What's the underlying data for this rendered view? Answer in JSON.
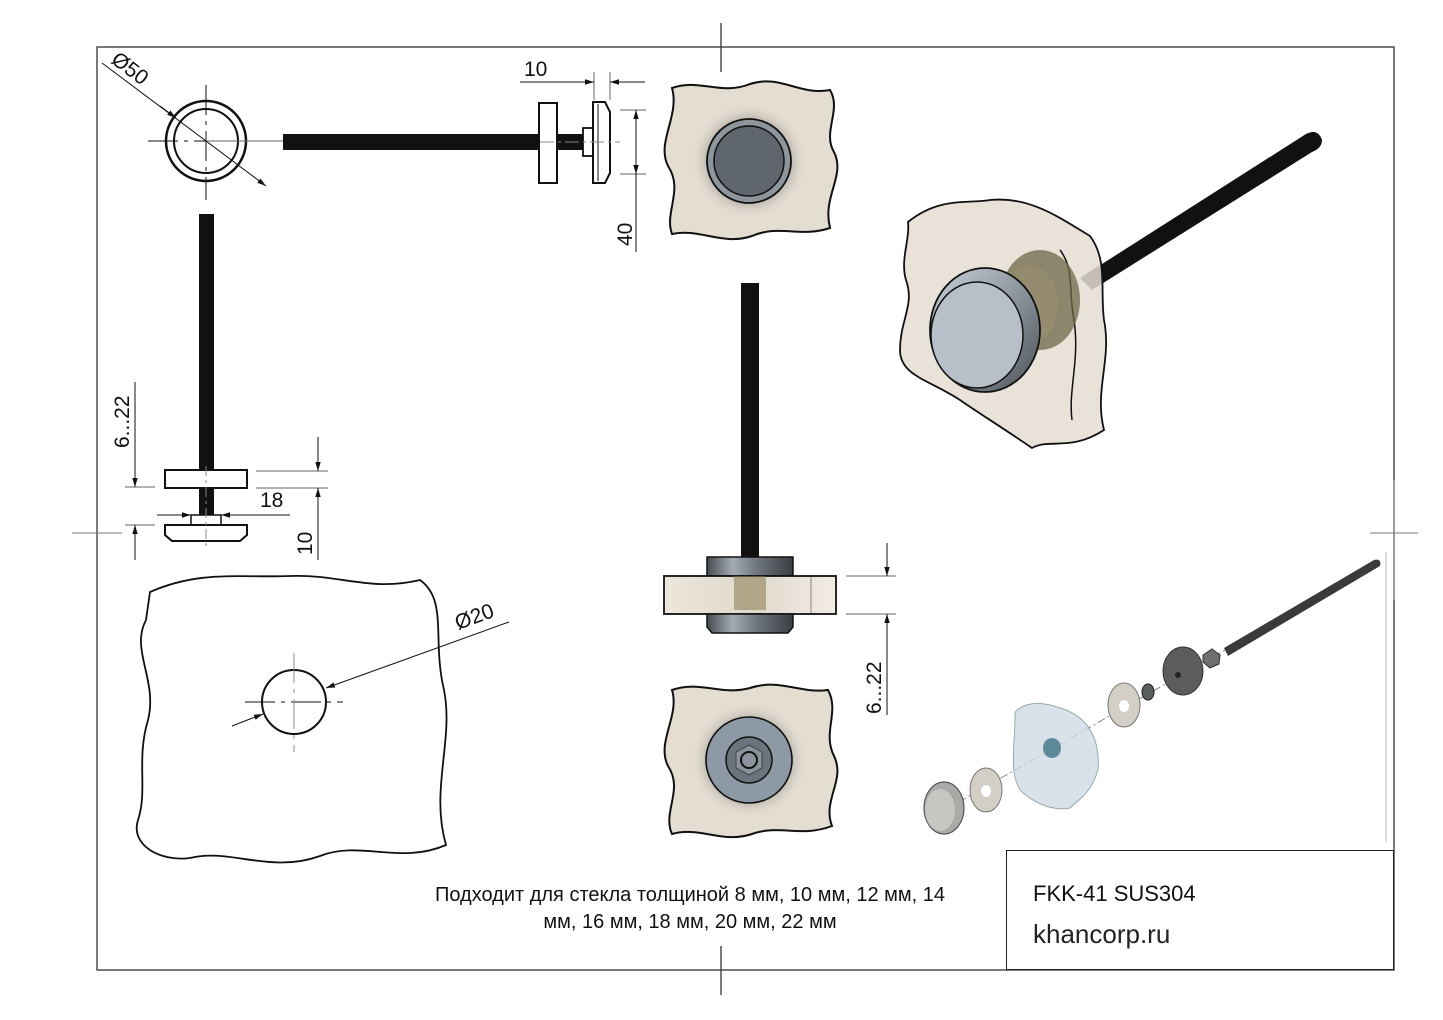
{
  "sheet": {
    "product_code": "FKK-41 SUS304",
    "website": "khancorp.ru",
    "note_line1": "Подходит для стекла толщиной 8 мм, 10 мм, 12 мм, 14",
    "note_line2": "мм, 16 мм, 18 мм, 20 мм, 22 мм"
  },
  "dimensions": {
    "head_diameter": "Ø50",
    "disc_gap": "10",
    "cap_height": "40",
    "glass_range_side": "6...22",
    "washer_width": "18",
    "cap_thickness": "10",
    "hole_diameter": "Ø20",
    "glass_range_section": "6...22"
  },
  "views": {
    "top_view": "dimensioned top view of cap",
    "side_view_horizontal": "side view with threaded rod",
    "front_render_top": "rendered front view on glass",
    "isometric_render": "isometric assembly render",
    "side_view_vertical": "side view with rod and washers",
    "glass_hole_view": "glass panel with hole",
    "section_render": "rendered section through glass",
    "back_render": "rendered back view with nut",
    "exploded_view": "exploded assembly render"
  },
  "colors": {
    "line": "#111111",
    "glass_fill": "#e4ddd2",
    "metal_dark": "#5d646b",
    "metal_light": "#9aa3ab",
    "rod": "#111111",
    "bronze": "#6f6547",
    "glass_blue": "#cfdbe6"
  }
}
